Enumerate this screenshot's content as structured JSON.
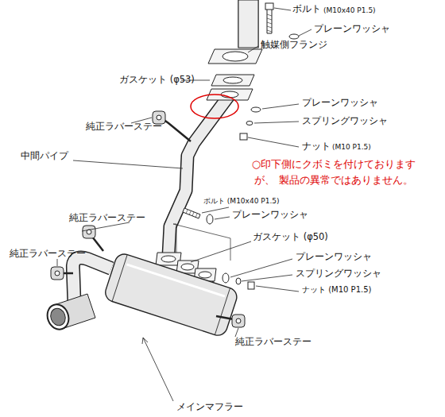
{
  "diagram": {
    "labels": [
      "ボルト",
      "(M10x40 P1.5)",
      "プレーンワッシャ",
      "触媒側フランジ",
      "ガスケット (φ53)",
      "プレーンワッシャ",
      "スプリングワッシャ",
      "ナット",
      "(M10 P1.5)",
      "純正ラバーステー",
      "中間パイプ",
      "○印下側にクボミを付けておりますが、 製品の異常ではありません。",
      "ボルト (M10x40 P1.5)",
      "プレーンワッシャ",
      "純正ラバーステー",
      "ガスケット (φ50)",
      "純正ラバーステー",
      "プレーンワッシャ",
      "スプリングワッシャ",
      "ナット (M10 P1.5)",
      "純正ラバーステー",
      "メインマフラー"
    ]
  }
}
